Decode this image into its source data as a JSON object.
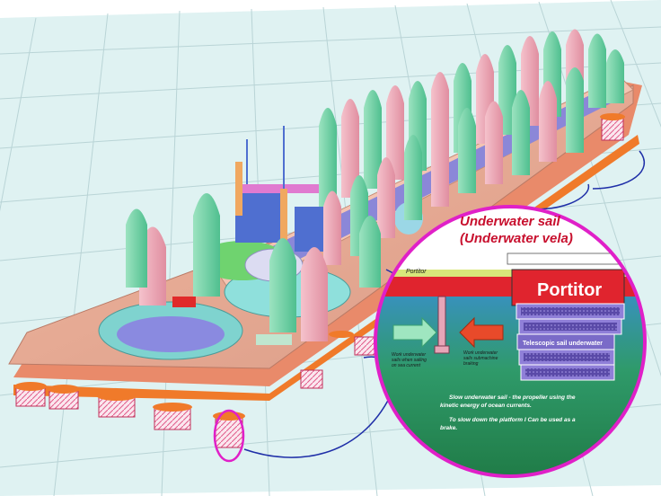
{
  "inset": {
    "title_line1": "Underwater sail",
    "title_line2": "(Underwater vela)",
    "portitor_small": "Portitor",
    "portitor_large": "Portitor",
    "telescopic_label": "Telescopic sail underwater",
    "left_note_line1": "Work underwater",
    "left_note_line2": "sails when sailing",
    "left_note_line3": "on sea current",
    "right_note_line1": "Work underwater",
    "right_note_line2": "sails submachine",
    "right_note_line3": "braking",
    "caption_line1": "Slow underwater sail - the propeller using the",
    "caption_line2": "kinetic energy of ocean currents.",
    "caption_line3": "To slow down the platform I Can be used as a",
    "caption_line4": "brake."
  },
  "colors": {
    "grid_background": "#dff2f2",
    "grid_line": "#b9d4d6",
    "inset_border": "#e020c8",
    "title_red": "#c8102e",
    "sea_green": "#2f8f5a",
    "portitor_red": "#e0242e",
    "sail_purple": "#7a6bc8",
    "connector_blue": "#1f2fa8"
  }
}
